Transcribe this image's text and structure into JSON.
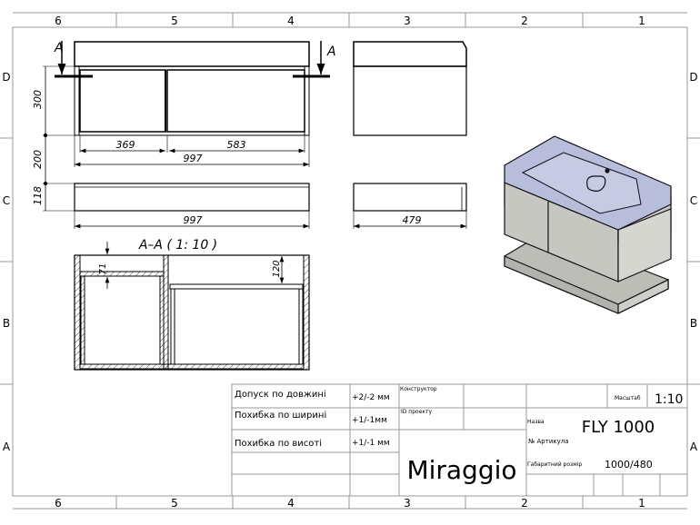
{
  "frame": {
    "columns": [
      "6",
      "5",
      "4",
      "3",
      "2",
      "1"
    ],
    "rows": [
      "D",
      "C",
      "B",
      "A"
    ]
  },
  "views": {
    "section_marker": "A",
    "section_title": "A–A ( 1: 10 )",
    "dims": {
      "height_cabinet": "300",
      "gap": "200",
      "height_base": "118",
      "door_left": "369",
      "door_right": "583",
      "width_top": "997",
      "width_base": "997",
      "depth": "479",
      "section_71": "71",
      "section_120": "120"
    }
  },
  "title_block": {
    "tolerances": [
      {
        "label": "Допуск по довжині",
        "value": "+2/-2 мм"
      },
      {
        "label": "Похибка по ширині",
        "value": "+1/-1мм"
      },
      {
        "label": "Похибка по висоті",
        "value": "+1/-1 мм"
      }
    ],
    "designer_label": "Конструктор",
    "project_id_label": "ID проекту",
    "brand": "Miraggio",
    "scale_label": "Масштаб",
    "scale_value": "1:10",
    "name_label": "Назва",
    "name_value": "FLY 1000",
    "article_label": "№  Артикула",
    "size_label": "Габаритний розмір",
    "size_value": "1000/480"
  },
  "colors": {
    "basin_top": "#b9bddc",
    "cabinet": "#c9c9c3",
    "base": "#bdbdb8"
  }
}
